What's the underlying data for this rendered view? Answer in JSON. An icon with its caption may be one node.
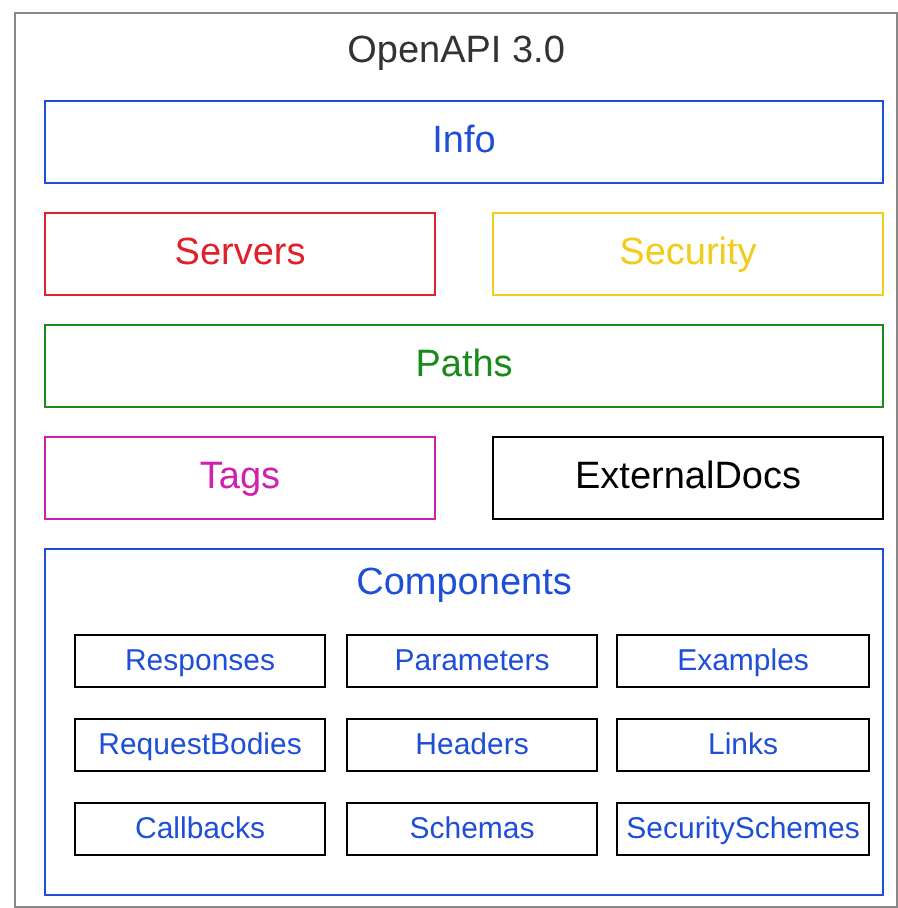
{
  "diagram": {
    "nodes": [
      {
        "text": [
          "OpenAPI 3.0"
        ]
      },
      {
        "text": [
          "Info"
        ],
        "in": 0
      },
      {
        "text": [
          "Servers"
        ],
        "in": 0
      },
      {
        "text": [
          "Security"
        ],
        "in": 0
      },
      {
        "text": [
          "Paths"
        ],
        "in": 0
      },
      {
        "text": [
          "Tags"
        ],
        "in": 0
      },
      {
        "text": [
          "ExternalDocs"
        ],
        "in": 0
      },
      {
        "text": [
          "Components"
        ],
        "in": 0
      },
      {
        "text": [
          "Responses"
        ],
        "in": 7
      },
      {
        "text": [
          "Parameters"
        ],
        "in": 7
      },
      {
        "text": [
          "Examples"
        ],
        "in": 7
      },
      {
        "text": [
          "RequestBodies"
        ],
        "in": 7
      },
      {
        "text": [
          "Headers"
        ],
        "in": 7
      },
      {
        "text": [
          "Links"
        ],
        "in": 7
      },
      {
        "text": [
          "Callbacks"
        ],
        "in": 7
      },
      {
        "text": [
          "Schemas"
        ],
        "in": 7
      },
      {
        "text": [
          "SecuritySchemes"
        ],
        "in": 7
      }
    ]
  }
}
